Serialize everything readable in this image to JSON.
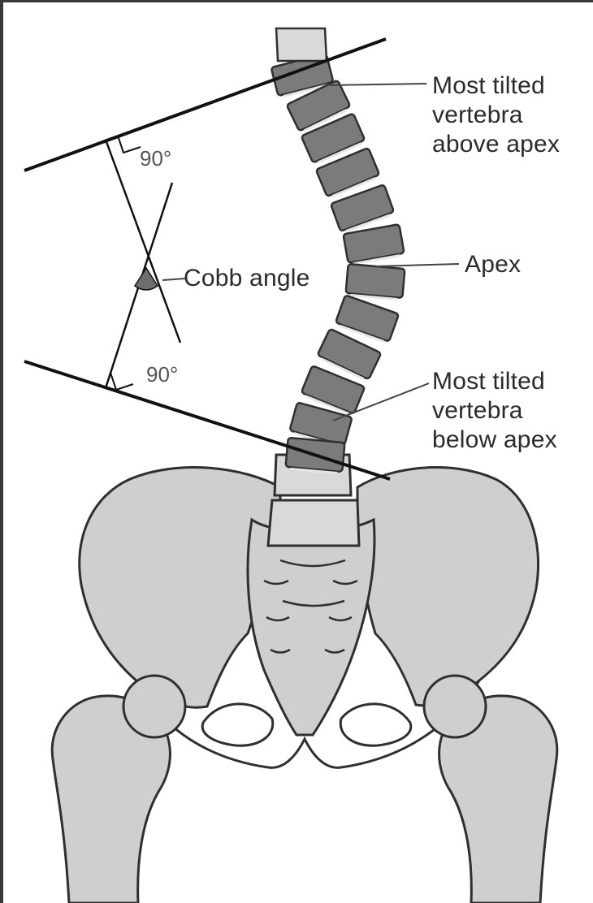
{
  "labels": {
    "above_apex": "Most tilted\nvertebra\nabove apex",
    "apex": "Apex",
    "cobb_angle": "Cobb angle",
    "below_apex": "Most tilted\nvertebra\nbelow apex",
    "deg_top": "90°",
    "deg_bottom": "90°"
  },
  "colors": {
    "vertebra": "#7b7b7b",
    "bone": "#cfcfcf",
    "outline": "#2f2f2f",
    "line": "#111111"
  }
}
